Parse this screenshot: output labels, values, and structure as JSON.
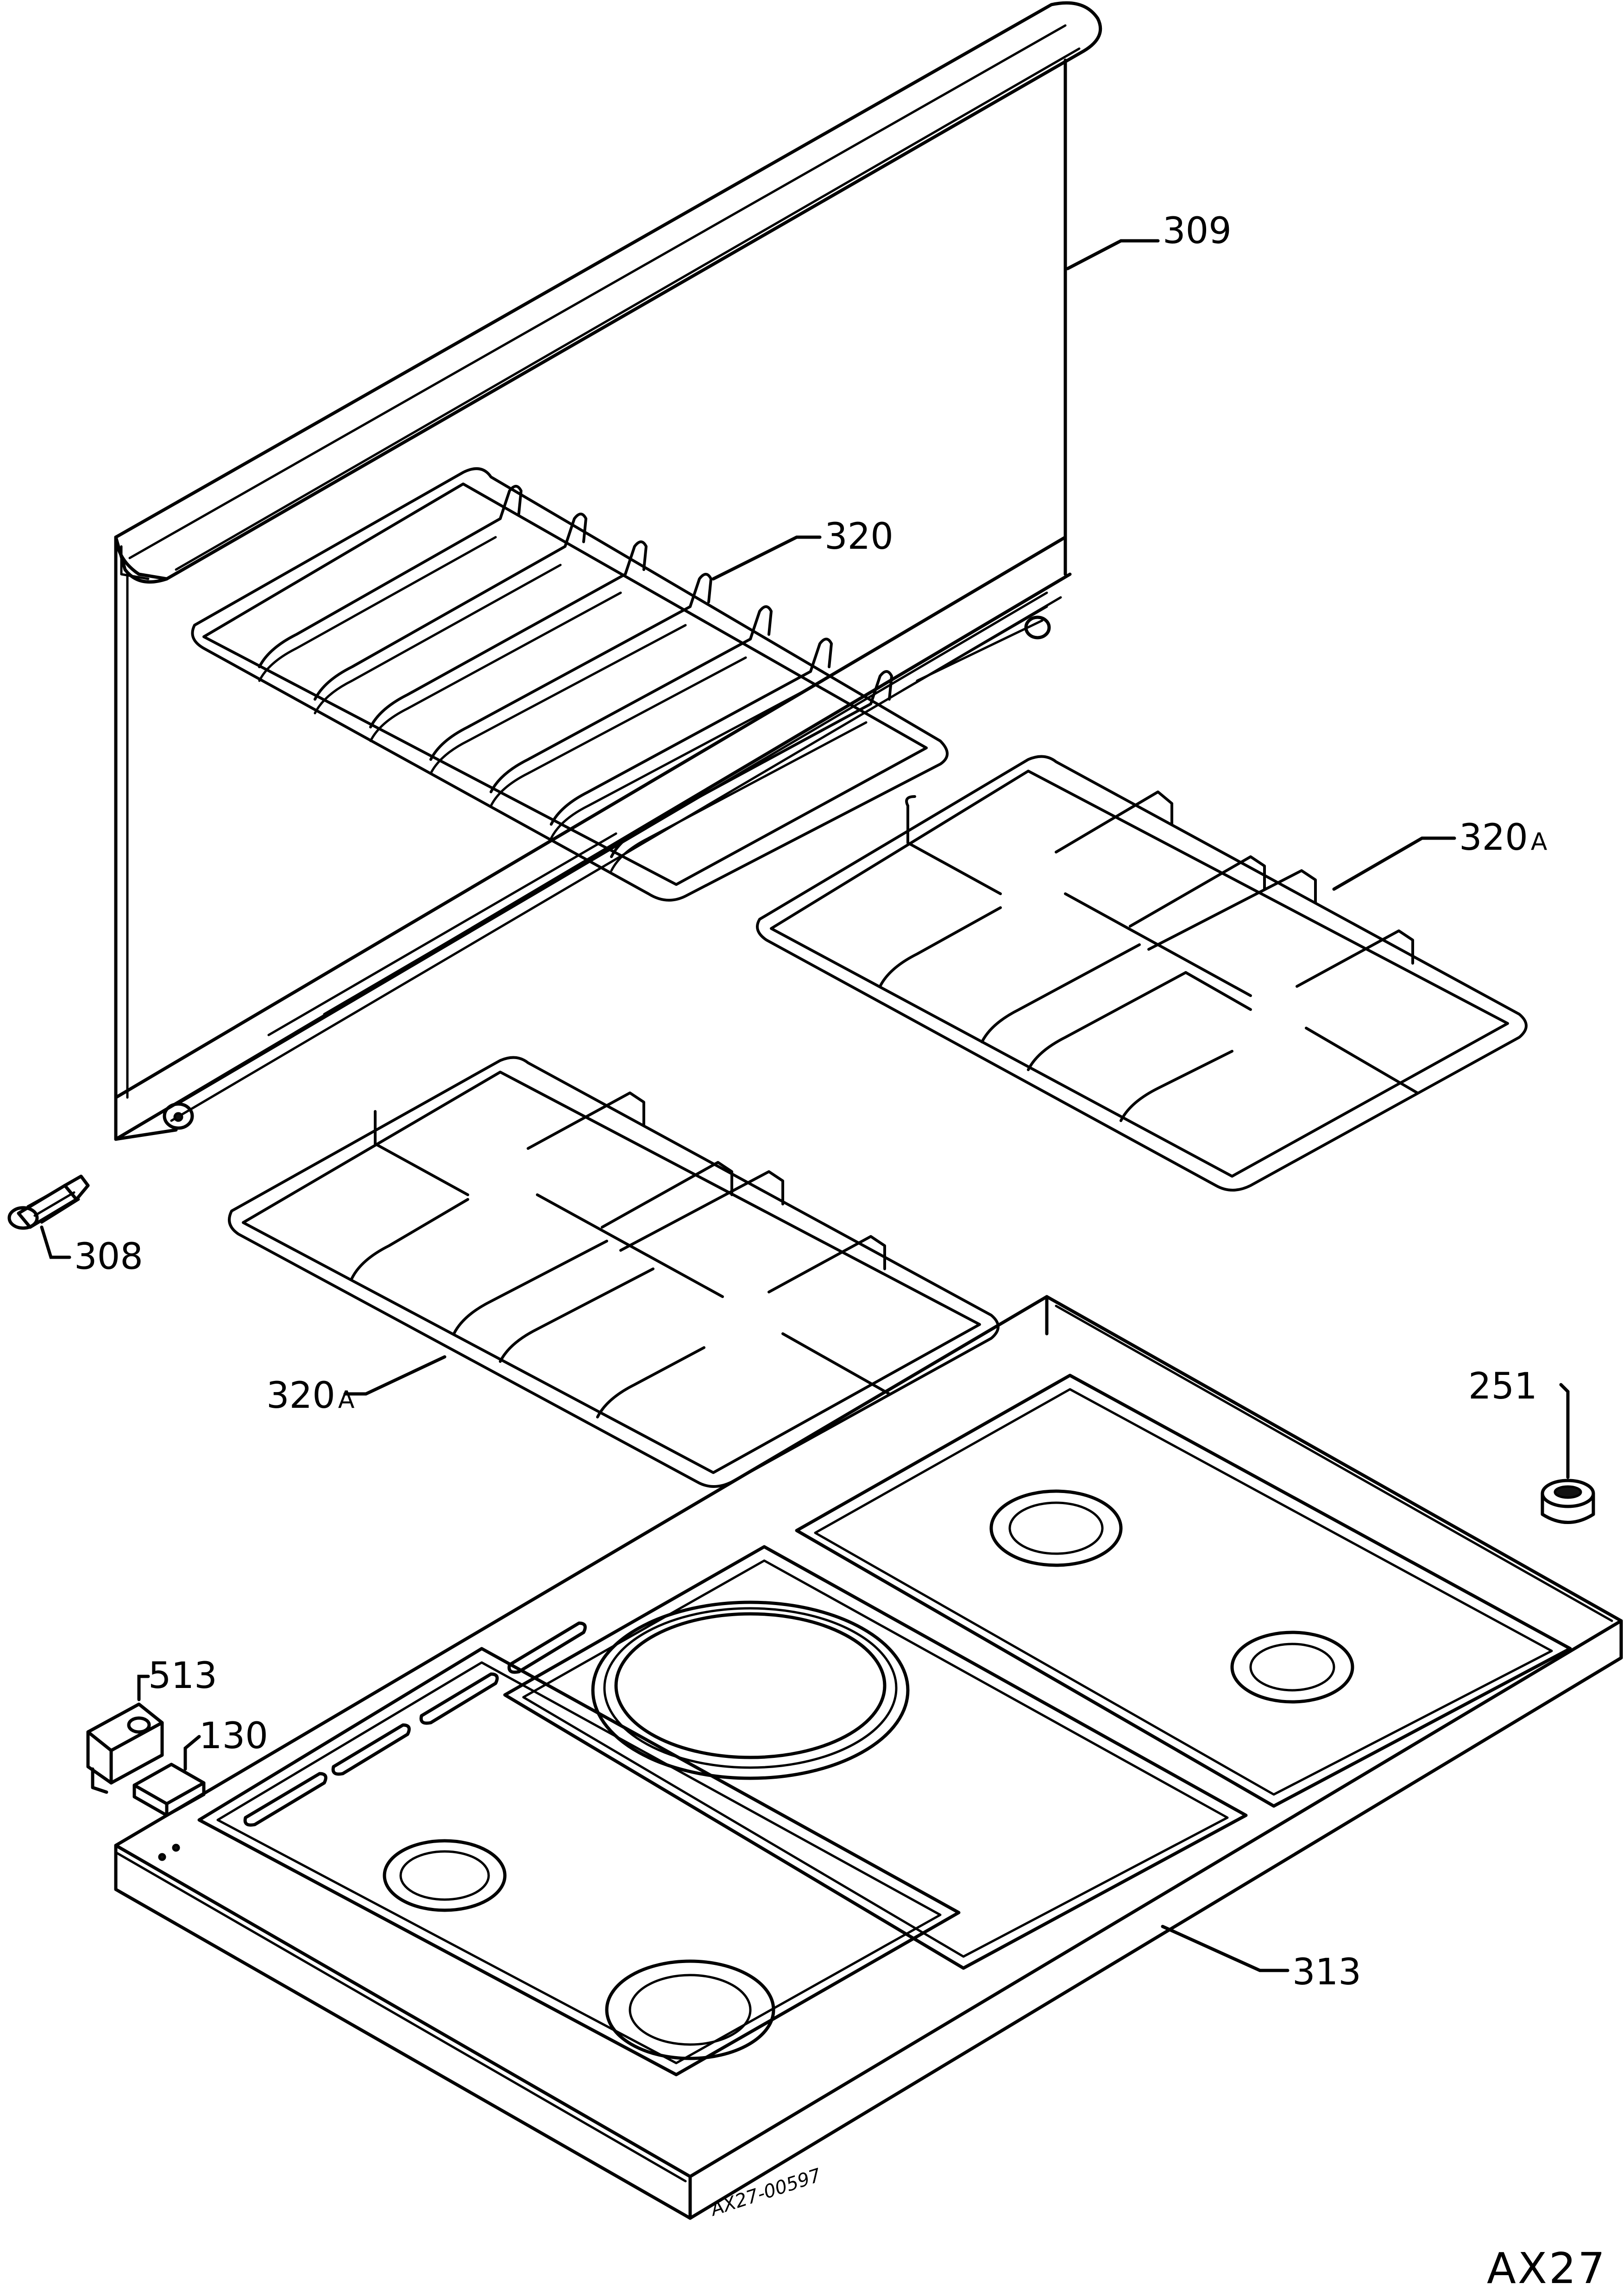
{
  "labels": {
    "p309": "309",
    "p320": "320",
    "p320a_right": {
      "num": "320",
      "suffix": "A"
    },
    "p320a_left": {
      "num": "320",
      "suffix": "A"
    },
    "p308": "308",
    "p251": "251",
    "p513": "513",
    "p130": "130",
    "p313": "313"
  },
  "drawing_code": "AX27-00597",
  "page_ref": "AX27"
}
